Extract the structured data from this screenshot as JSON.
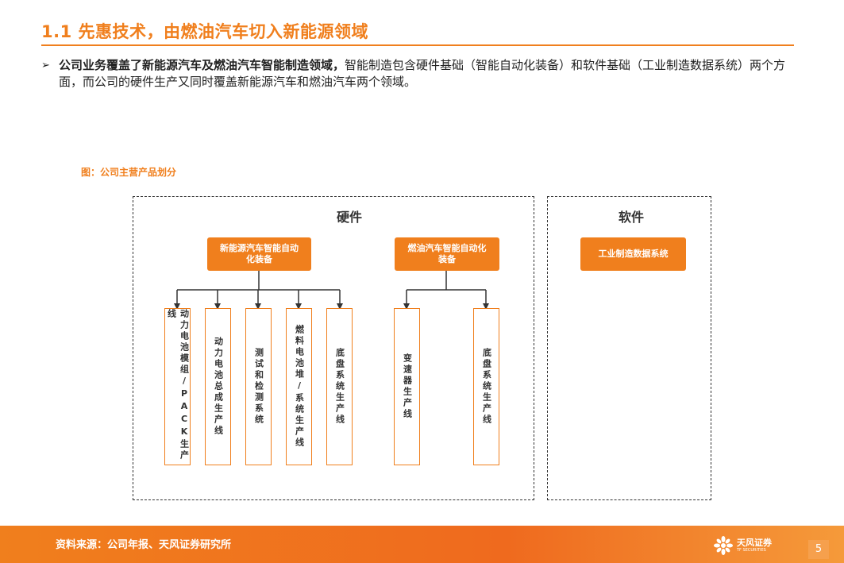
{
  "header": {
    "title": "1.1 先惠技术，由燃油汽车切入新能源领域"
  },
  "bullet": {
    "marker": "➢",
    "bold": "公司业务覆盖了新能源汽车及燃油汽车智能制造领域，",
    "rest": "智能制造包含硬件基础（智能自动化装备）和软件基础（工业制造数据系统）两个方面，而公司的硬件生产又同时覆盖新能源汽车和燃油汽车两个领域。"
  },
  "figure": {
    "caption": "图：公司主营产品划分",
    "hardware": {
      "title": "硬件",
      "groups": [
        {
          "label": "新能源汽车智能自动化装备",
          "items": [
            "动力电池模组/PACK生产线",
            "动力电池总成生产线",
            "测试和检测系统",
            "燃料电池堆/系统生产线",
            "底盘系统生产线"
          ]
        },
        {
          "label": "燃油汽车智能自动化装备",
          "items": [
            "变速器生产线",
            "底盘系统生产线"
          ]
        }
      ]
    },
    "software": {
      "title": "软件",
      "label": "工业制造数据系统"
    }
  },
  "footer": {
    "source": "资料来源：公司年报、天风证券研究所",
    "logo_name": "天风证券",
    "logo_sub": "TF SECURITIES",
    "page_number": "5"
  },
  "colors": {
    "accent": "#f07f1d"
  }
}
